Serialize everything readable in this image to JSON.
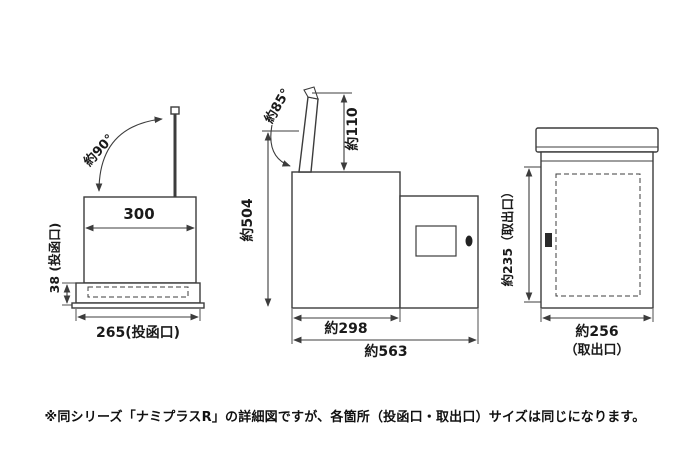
{
  "colors": {
    "line": "#3c3c3c",
    "text": "#1a1a1a",
    "background": "#ffffff"
  },
  "front_view": {
    "angle_label": "約90°",
    "slot_width_top": "300",
    "slot_height": "38 (投函口)",
    "slot_width_bottom": "265(投函口)"
  },
  "side_view": {
    "lid_angle_label": "約85°",
    "lid_height": "約110",
    "total_height": "約504",
    "body_depth": "約298",
    "total_depth": "約563"
  },
  "rear_view": {
    "outlet_height": "約235（取出口）",
    "outlet_width": "約256",
    "outlet_width_note": "（取出口）"
  },
  "footnote": "※同シリーズ「ナミプラスR」の詳細図ですが、各箇所（投函口・取出口）サイズは同じになります。"
}
